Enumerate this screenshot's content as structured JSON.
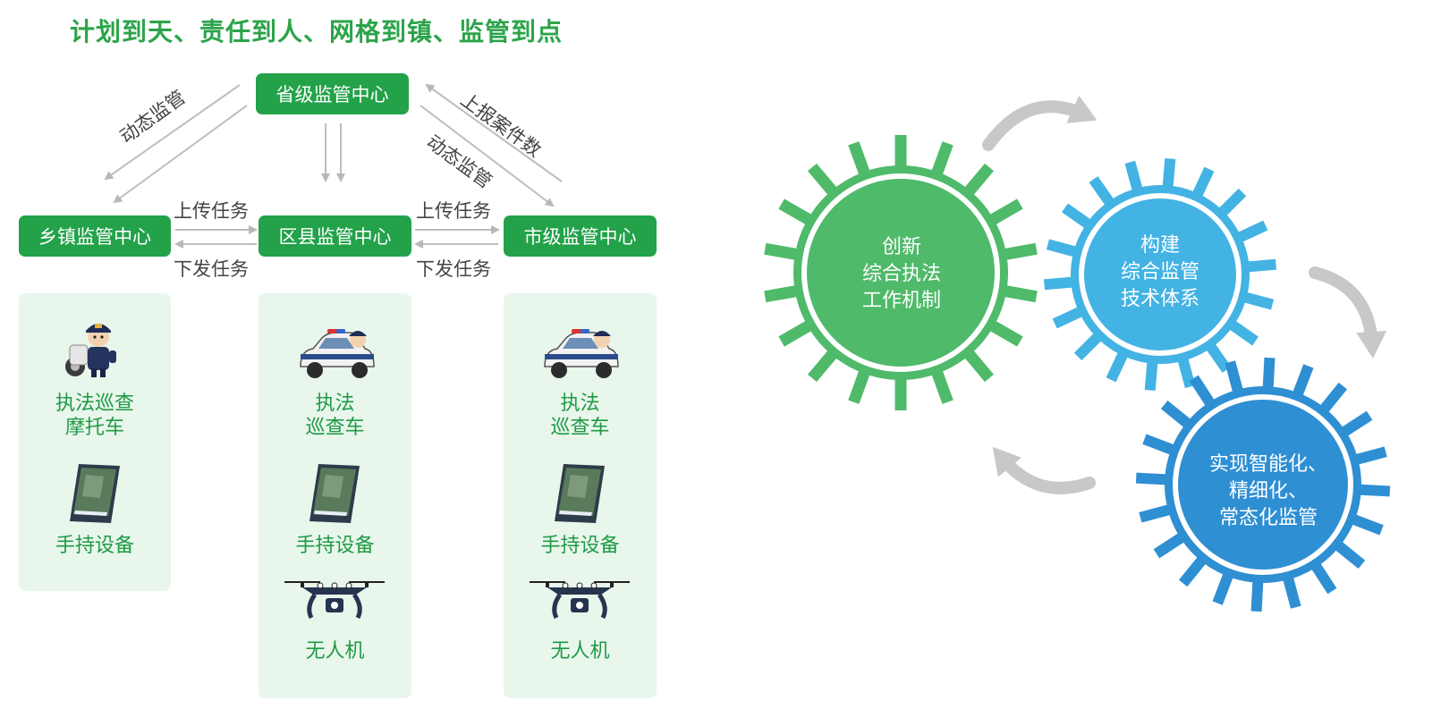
{
  "title": "计划到天、责任到人、网格到镇、监管到点",
  "nodes": {
    "provincial": "省级监管中心",
    "township": "乡镇监管中心",
    "county": "区县监管中心",
    "city": "市级监管中心"
  },
  "edge_labels": {
    "left_dynamic": "动态监管",
    "right_report": "上报案件数",
    "right_dynamic": "动态监管",
    "upload_left": "上传任务",
    "issue_left": "下发任务",
    "upload_right": "上传任务",
    "issue_right": "下发任务"
  },
  "panels": {
    "township": {
      "motorcycle": [
        "执法巡查",
        "摩托车"
      ],
      "handheld": "手持设备"
    },
    "county": {
      "car": [
        "执法",
        "巡查车"
      ],
      "handheld": "手持设备",
      "drone": "无人机"
    },
    "city": {
      "car": [
        "执法",
        "巡查车"
      ],
      "handheld": "手持设备",
      "drone": "无人机"
    }
  },
  "gears": [
    {
      "lines": [
        "创新",
        "综合执法",
        "工作机制"
      ],
      "color": "#4fba6a"
    },
    {
      "lines": [
        "构建",
        "综合监管",
        "技术体系"
      ],
      "color": "#43b3e4"
    },
    {
      "lines": [
        "实现智能化、",
        "精细化、",
        "常态化监管"
      ],
      "color": "#2f8fd3"
    }
  ],
  "colors": {
    "accent_green": "#23a24a",
    "panel_bg": "#e8f6ec",
    "arrow_gray": "#c8c8c8"
  }
}
